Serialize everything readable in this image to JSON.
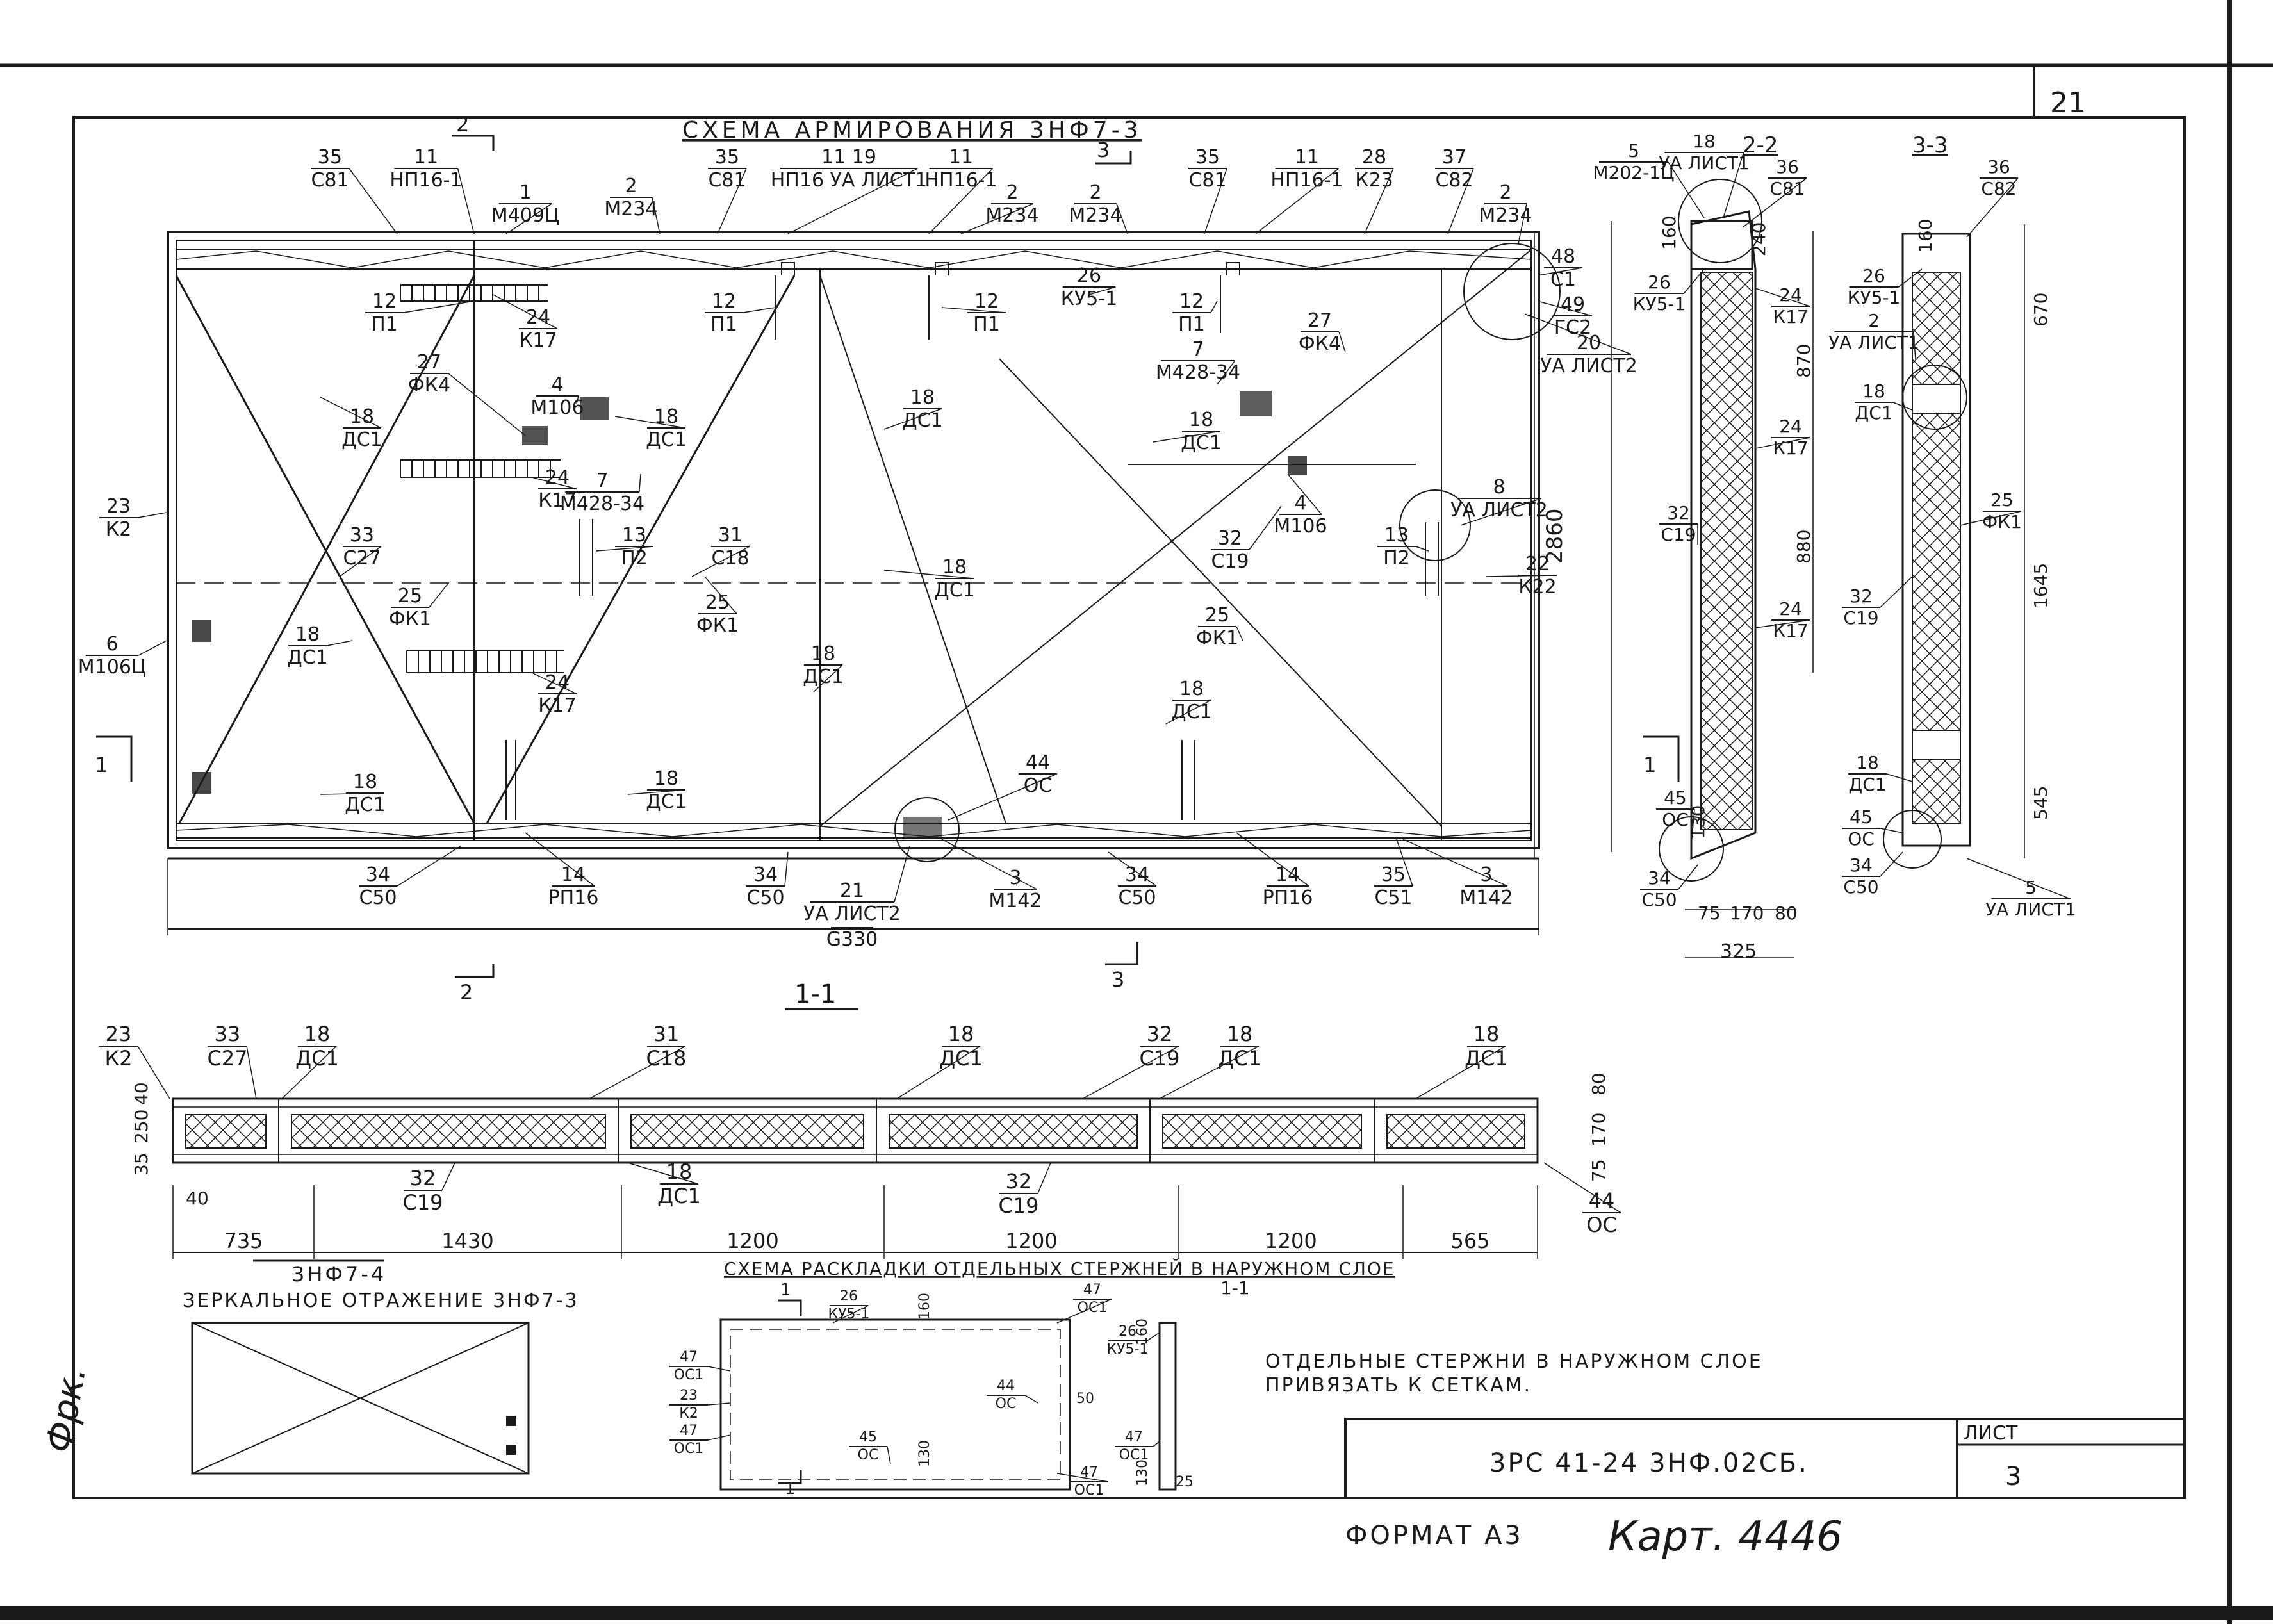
{
  "page_number": "21",
  "main_view": {
    "title": "СХЕМА АРМИРОВАНИЯ 3НФ7-3",
    "height_dim": "2860",
    "callouts_top": [
      {
        "num": "35",
        "code": "С81"
      },
      {
        "num": "11",
        "code": "НП16-1"
      },
      {
        "num": "1",
        "code": "М409Ц"
      },
      {
        "num": "2",
        "code": "М234"
      },
      {
        "num": "35",
        "code": "С81"
      },
      {
        "num": "11 19",
        "code": "НП16 УА ЛИСТ1"
      },
      {
        "num": "11",
        "code": "НП16-1"
      },
      {
        "num": "2",
        "code": "М234"
      },
      {
        "num": "2",
        "code": "М234"
      },
      {
        "num": "35",
        "code": "С81"
      },
      {
        "num": "11",
        "code": "НП16-1"
      },
      {
        "num": "28",
        "code": "К23"
      },
      {
        "num": "37",
        "code": "С82"
      },
      {
        "num": "2",
        "code": "М234"
      }
    ],
    "callouts_inner": [
      {
        "num": "12",
        "code": "П1"
      },
      {
        "num": "24",
        "code": "К17"
      },
      {
        "num": "27",
        "code": "ФК4"
      },
      {
        "num": "4",
        "code": "М106"
      },
      {
        "num": "18",
        "code": "ДС1"
      },
      {
        "num": "18",
        "code": "ДС1"
      },
      {
        "num": "24",
        "code": "К17"
      },
      {
        "num": "7",
        "code": "М428-34"
      },
      {
        "num": "12",
        "code": "П1"
      },
      {
        "num": "12",
        "code": "П1"
      },
      {
        "num": "26",
        "code": "КУ5-1"
      },
      {
        "num": "12",
        "code": "П1"
      },
      {
        "num": "7",
        "code": "М428-34"
      },
      {
        "num": "27",
        "code": "ФК4"
      },
      {
        "num": "18",
        "code": "ДС1"
      },
      {
        "num": "4",
        "code": "М106"
      },
      {
        "num": "23",
        "code": "К2"
      },
      {
        "num": "33",
        "code": "С27"
      },
      {
        "num": "13",
        "code": "П2"
      },
      {
        "num": "31",
        "code": "С18"
      },
      {
        "num": "25",
        "code": "ФК1"
      },
      {
        "num": "25",
        "code": "ФК1"
      },
      {
        "num": "18",
        "code": "ДС1"
      },
      {
        "num": "32",
        "code": "С19"
      },
      {
        "num": "13",
        "code": "П2"
      },
      {
        "num": "25",
        "code": "ФК1"
      },
      {
        "num": "18",
        "code": "ДС1"
      },
      {
        "num": "6",
        "code": "М106Ц"
      },
      {
        "num": "24",
        "code": "К17"
      },
      {
        "num": "18",
        "code": "ДС1"
      },
      {
        "num": "18",
        "code": "ДС1"
      },
      {
        "num": "18",
        "code": "ДС1"
      },
      {
        "num": "18",
        "code": "ДС1"
      },
      {
        "num": "44",
        "code": "ОС"
      },
      {
        "num": "18",
        "code": "ДС1"
      },
      {
        "num": "48",
        "code": "С1"
      },
      {
        "num": "49",
        "code": "ГС2"
      },
      {
        "num": "20",
        "code": "УА ЛИСТ2"
      },
      {
        "num": "8",
        "code": "УА ЛИСТ2"
      },
      {
        "num": "22",
        "code": "К22"
      }
    ],
    "callouts_bottom": [
      {
        "num": "34",
        "code": "С50"
      },
      {
        "num": "14",
        "code": "РП16"
      },
      {
        "num": "34",
        "code": "С50"
      },
      {
        "num": "21",
        "code": "УА ЛИСТ2"
      },
      {
        "num": "",
        "code": "G330"
      },
      {
        "num": "3",
        "code": "М142"
      },
      {
        "num": "34",
        "code": "С50"
      },
      {
        "num": "14",
        "code": "РП16"
      },
      {
        "num": "35",
        "code": "С51"
      },
      {
        "num": "3",
        "code": "М142"
      }
    ],
    "section_marks": [
      "2",
      "3",
      "1",
      "1",
      "2",
      "3"
    ]
  },
  "section_22": {
    "title": "2-2",
    "callouts": [
      {
        "num": "5",
        "code": "М202-1Ц"
      },
      {
        "num": "18",
        "code": "УА ЛИСТ1"
      },
      {
        "num": "36",
        "code": "С81"
      },
      {
        "num": "26",
        "code": "КУ5-1"
      },
      {
        "num": "24",
        "code": "К17"
      },
      {
        "num": "24",
        "code": "К17"
      },
      {
        "num": "32",
        "code": "С19"
      },
      {
        "num": "24",
        "code": "К17"
      },
      {
        "num": "45",
        "code": "ОС"
      },
      {
        "num": "34",
        "code": "С50"
      }
    ],
    "dims_vertical": [
      "160",
      "240",
      "870",
      "880",
      "130"
    ],
    "dims_bottom": [
      "75",
      "170",
      "80"
    ],
    "total": "325"
  },
  "section_33": {
    "title": "3-3",
    "callouts": [
      {
        "num": "36",
        "code": "С82"
      },
      {
        "num": "26",
        "code": "КУ5-1"
      },
      {
        "num": "2",
        "code": "УА ЛИСТ1"
      },
      {
        "num": "18",
        "code": "ДС1"
      },
      {
        "num": "25",
        "code": "ФК1"
      },
      {
        "num": "32",
        "code": "С19"
      },
      {
        "num": "18",
        "code": "ДС1"
      },
      {
        "num": "45",
        "code": "ОС"
      },
      {
        "num": "34",
        "code": "С50"
      },
      {
        "num": "5",
        "code": "УА ЛИСТ1"
      }
    ],
    "dims_vertical": [
      "160",
      "670",
      "1645",
      "545"
    ]
  },
  "view_11": {
    "title": "1-1",
    "callouts_top": [
      {
        "num": "23",
        "code": "К2"
      },
      {
        "num": "33",
        "code": "С27"
      },
      {
        "num": "18",
        "code": "ДС1"
      },
      {
        "num": "31",
        "code": "С18"
      },
      {
        "num": "18",
        "code": "ДС1"
      },
      {
        "num": "32",
        "code": "С19"
      },
      {
        "num": "18",
        "code": "ДС1"
      },
      {
        "num": "18",
        "code": "ДС1"
      }
    ],
    "callouts_bottom": [
      {
        "num": "32",
        "code": "С19"
      },
      {
        "num": "18",
        "code": "ДС1"
      },
      {
        "num": "32",
        "code": "С19"
      },
      {
        "num": "44",
        "code": "ОС"
      }
    ],
    "dims_left": [
      "40",
      "250",
      "35"
    ],
    "dims_right": [
      "80",
      "170",
      "75"
    ],
    "dim_40": "40",
    "dims_bottom": [
      "735",
      "1430",
      "1200",
      "1200",
      "1200",
      "565"
    ]
  },
  "mirror": {
    "label_top": "3НФ7-4",
    "label": "ЗЕРКАЛЬНОЕ ОТРАЖЕНИЕ 3НФ7-3"
  },
  "layout_scheme": {
    "title": "СХЕМА РАСКЛАДКИ ОТДЕЛЬНЫХ СТЕРЖНЕЙ В НАРУЖНОМ СЛОЕ",
    "section_mark": "1-1",
    "mark_1": "1",
    "callouts": [
      {
        "num": "26",
        "code": "КУ5-1"
      },
      {
        "num": "47",
        "code": "ОС1"
      },
      {
        "num": "47",
        "code": "ОС1"
      },
      {
        "num": "23",
        "code": "К2"
      },
      {
        "num": "47",
        "code": "ОС1"
      },
      {
        "num": "44",
        "code": "ОС"
      },
      {
        "num": "45",
        "code": "ОС"
      },
      {
        "num": "47",
        "code": "ОС1"
      },
      {
        "num": "26",
        "code": "КУ5-1"
      },
      {
        "num": "47",
        "code": "ОС1"
      }
    ],
    "dims": [
      "160",
      "50",
      "130",
      "160",
      "130",
      "25"
    ]
  },
  "note": {
    "line1": "ОТДЕЛЬНЫЕ СТЕРЖНИ В НАРУЖНОМ СЛОЕ",
    "line2": "ПРИВЯЗАТЬ К СЕТКАМ."
  },
  "title_block": {
    "designation": "3РС 41-24 3НФ.02СБ.",
    "sheet_label": "ЛИСТ",
    "sheet_number": "3"
  },
  "format_label": "ФОРМАТ А3",
  "handwritten": "Карт. 4446",
  "margin_handwriting": "Фрк."
}
